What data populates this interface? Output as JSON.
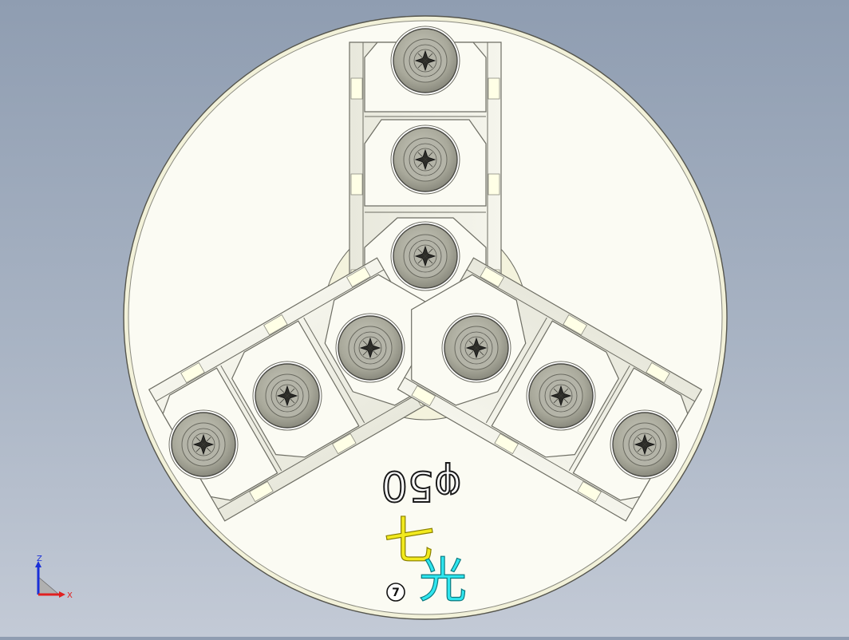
{
  "viewport": {
    "background_top": "#8f9db1",
    "background_bottom": "#c3cad6",
    "part_face_color": "#fbfbf3",
    "part_edge_color": "#6e6e64",
    "bolt_color": "#a9a99b"
  },
  "part": {
    "engraved_label": "φ50",
    "logo_glyph_1": "七",
    "logo_glyph_1_color": "#f2ea1e",
    "logo_glyph_2": "光",
    "logo_glyph_2_color": "#2fe6ef",
    "badge_number": "7"
  },
  "axis_triad": {
    "z_label": "Z",
    "x_label": "X",
    "z_color": "#1a2fd8",
    "x_color": "#e02020"
  },
  "jaws": [
    {
      "name": "jaw-top",
      "bolts": 3
    },
    {
      "name": "jaw-left",
      "bolts": 3
    },
    {
      "name": "jaw-right",
      "bolts": 3
    }
  ]
}
